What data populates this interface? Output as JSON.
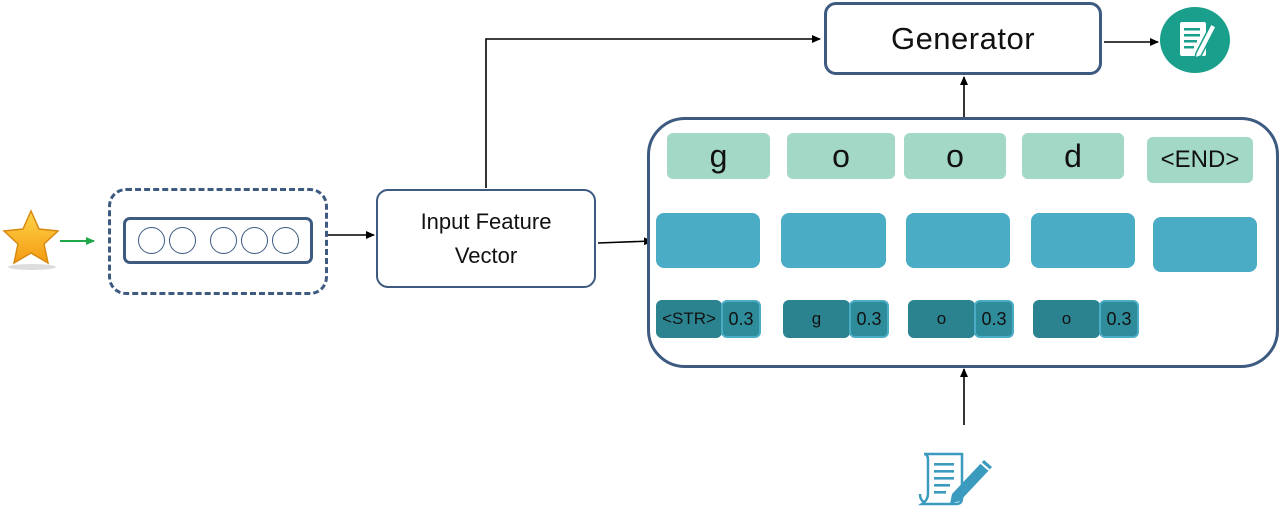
{
  "generator": {
    "label": "Generator"
  },
  "feature_box": {
    "label_line1": "Input Feature",
    "label_line2": "Vector"
  },
  "output_tokens": [
    "g",
    "o",
    "o",
    "d",
    "<END>"
  ],
  "input_tokens": [
    "<STR>",
    "g",
    "o",
    "o"
  ],
  "input_values": [
    "0.3",
    "0.3",
    "0.3",
    "0.3"
  ],
  "icons": {
    "rating": "star-icon",
    "output_doc": "document-edit-icon",
    "input_doc": "review-document-icon"
  },
  "colors": {
    "border": "#3d5a80",
    "cell": "#4bacc6",
    "token": "#a3d8c6",
    "input_token": "#2c8390",
    "star_arrow": "#1fa84a",
    "output_icon_bg": "#1a9f8c",
    "input_icon": "#3b9bbf"
  }
}
